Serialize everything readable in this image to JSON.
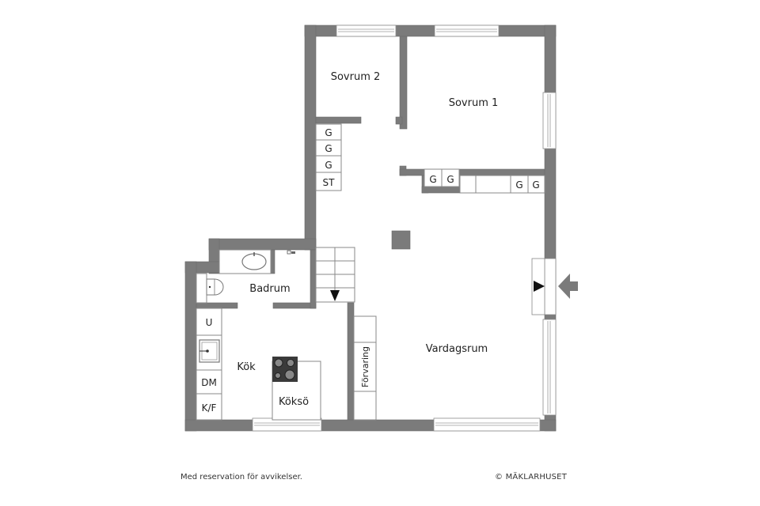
{
  "rooms": {
    "sovrum2": "Sovrum 2",
    "sovrum1": "Sovrum 1",
    "badrum": "Badrum",
    "kok": "Kök",
    "koksö": "Köksö",
    "vardagsrum": "Vardagsrum",
    "forvaring": "Förvaring"
  },
  "closet_labels": {
    "hall_g1": "G",
    "hall_g2": "G",
    "hall_g3": "G",
    "hall_st": "ST",
    "mid_g1": "G",
    "mid_g2": "G",
    "right_g1": "G",
    "right_g2": "G"
  },
  "kitchen_labels": {
    "u": "U",
    "dm": "DM",
    "kf": "K/F"
  },
  "footer": {
    "disclaimer": "Med reservation för avvikelser.",
    "copyright": "© MÄKLARHUSET"
  },
  "colors": {
    "wall": "#7b7b7b",
    "arrow": "#7b7b7b",
    "background": "#ffffff"
  }
}
